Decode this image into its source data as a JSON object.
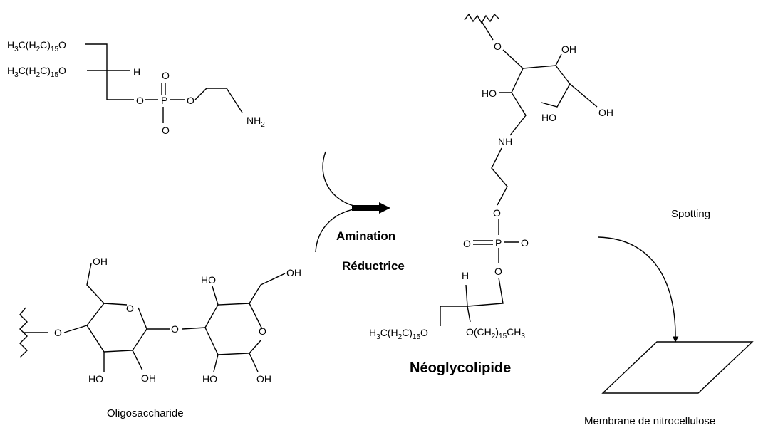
{
  "lipid": {
    "chain1": "H3C(H2C)15O",
    "chain2": "H3C(H2C)15O",
    "h": "H",
    "o_top": "O",
    "p": "P",
    "o_left": "O",
    "o_right": "O",
    "o_bottom": "O",
    "nh2": "NH2"
  },
  "oligo": {
    "oh_top_left": "OH",
    "oh_top_right": "OH",
    "ho_right": "HO",
    "o_ring_left": "O",
    "o_ring_right": "O",
    "o_link": "O",
    "o_terminal": "O",
    "ho_bl": "HO",
    "oh_bl": "OH",
    "ho_br": "HO",
    "oh_br": "OH",
    "label": "Oligosaccharide"
  },
  "reaction": {
    "line1": "Amination",
    "line2": "Réductrice"
  },
  "product": {
    "o_top": "O",
    "oh1": "OH",
    "ho1": "HO",
    "ho2": "HO",
    "oh2": "OH",
    "nh": "NH",
    "o_link": "O",
    "p": "P",
    "o_eq_left": "O",
    "o_right": "O",
    "o_below": "O",
    "h": "H",
    "chain_left": "H3C(H2C)15O",
    "chain_right": "O(CH2)15CH3",
    "label": "Néoglycolipide"
  },
  "spotting": {
    "label": "Spotting",
    "membrane_label": "Membrane de nitrocellulose"
  }
}
